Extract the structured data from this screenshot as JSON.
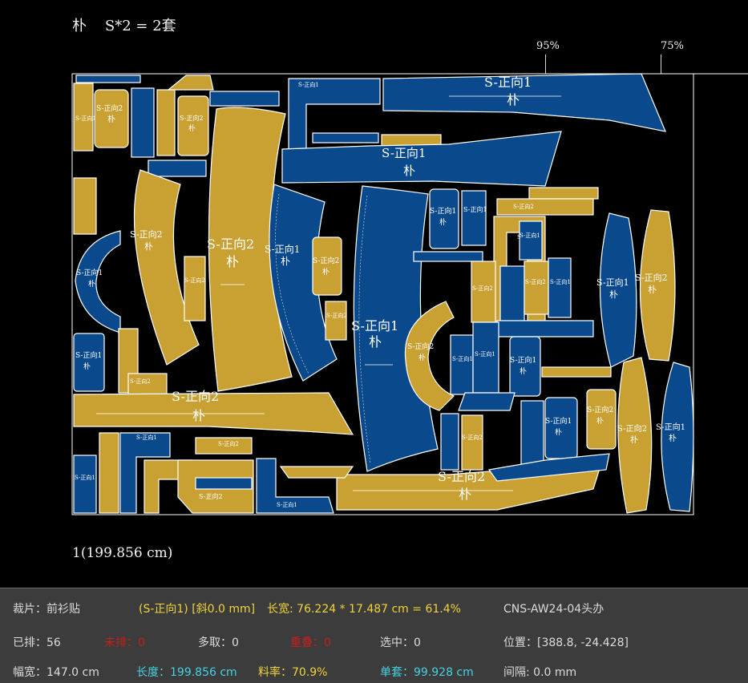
{
  "header": {
    "title": "朴    S*2 = 2套",
    "pct_95": "95%",
    "pct_75": "75%"
  },
  "marker": {
    "length_label": "1(199.856 cm)"
  },
  "colors": {
    "blue_piece": "#0a4a8c",
    "gold_piece": "#c9a032",
    "outline": "#ffffff",
    "background": "#000000",
    "status_bg": "#3c3c3c"
  },
  "pieces": {
    "size_label_1": "S-正向1",
    "size_label_2": "S-正向2",
    "style_label": "朴"
  },
  "status": {
    "row1": {
      "cut_piece": "裁片：前衫贴",
      "piece_info": "(S-正向1) [斜0.0 mm]",
      "length_width": "长宽: 76.224 * 17.487 cm = 61.4%",
      "style_code": "CNS-AW24-04头办"
    },
    "row2": {
      "placed": "已排：56",
      "missing": "未排：0",
      "extra": "多取：0",
      "overlap": "重叠：0",
      "selected": "选中：0",
      "position": "位置：[388.8, -24.428]"
    },
    "row3": {
      "width": "幅宽：147.0 cm",
      "length": "长度：199.856 cm",
      "yield": "料率：70.9%",
      "per_set": "单套：99.928 cm",
      "gap": "间隔: 0.0 mm"
    }
  }
}
